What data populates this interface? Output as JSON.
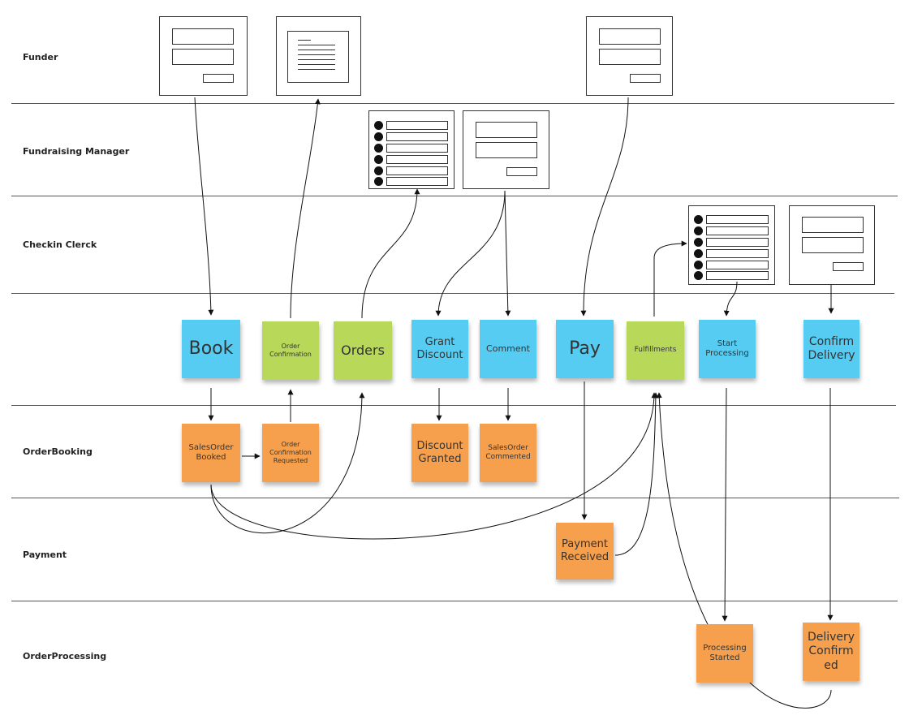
{
  "lanes": [
    {
      "label": "Funder"
    },
    {
      "label": "Fundraising Manager"
    },
    {
      "label": "Checkin Clerck"
    },
    {
      "label": ""
    },
    {
      "label": "OrderBooking"
    },
    {
      "label": "Payment"
    },
    {
      "label": "OrderProcessing"
    }
  ],
  "stickies": {
    "book": "Book",
    "order_confirmation": "Order Confirmation",
    "orders": "Orders",
    "grant_discount": "Grant Discount",
    "comment": "Comment",
    "pay": "Pay",
    "fulfillments": "Fulfillments",
    "start_processing": "Start Processing",
    "confirm_delivery": "Confirm Delivery",
    "salesorder_booked": "SalesOrder Booked",
    "order_confirmation_requested": "Order Confirmation Requested",
    "discount_granted": "Discount Granted",
    "salesorder_commented": "SalesOrder Commented",
    "payment_received": "Payment Received",
    "processing_started": "Processing Started",
    "delivery_confirmed": "Delivery Confirm ed"
  },
  "colors": {
    "command": "#56ccf2",
    "read_model": "#b8d85a",
    "event": "#f6a04d"
  },
  "icons": {
    "form": "form-mockup-icon",
    "document": "document-mockup-icon",
    "list": "list-mockup-icon"
  }
}
